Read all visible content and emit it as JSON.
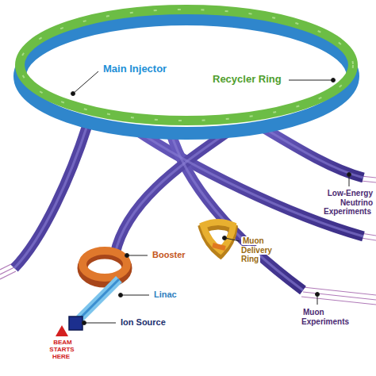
{
  "diagram": {
    "labels": [
      "Main Injector",
      "Recycler Ring",
      "Low-Energy Neutrino Experiments",
      "Booster",
      "Muon Delivery Ring",
      "Linac",
      "Ion Source",
      "Muon Experiments",
      "BEAM STARTS HERE"
    ]
  }
}
